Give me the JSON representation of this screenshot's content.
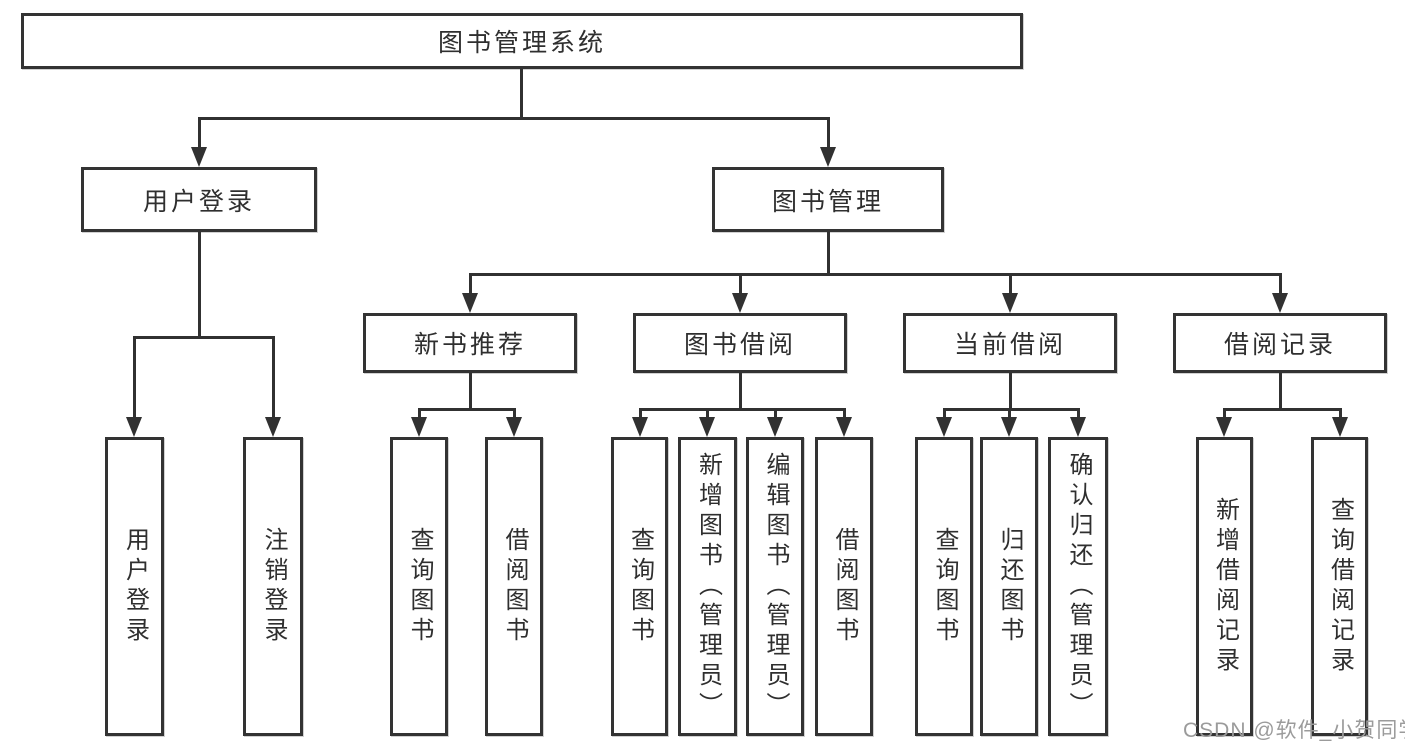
{
  "watermark": "CSDN @软件_小贺同学",
  "colors": {
    "line": "#313131",
    "box_border": "#333333",
    "text": "#2f2f2f",
    "watermark": "#9b9b9b",
    "background": "#ffffff"
  },
  "tree": {
    "root": {
      "label": "图书管理系统"
    },
    "branches": [
      {
        "label": "用户登录",
        "leaves": [
          {
            "label": "用户登录"
          },
          {
            "label": "注销登录"
          }
        ]
      },
      {
        "label": "图书管理",
        "sections": [
          {
            "label": "新书推荐",
            "leaves": [
              {
                "label": "查询图书"
              },
              {
                "label": "借阅图书"
              }
            ]
          },
          {
            "label": "图书借阅",
            "leaves": [
              {
                "label": "查询图书"
              },
              {
                "label": "新增图书（管理员）"
              },
              {
                "label": "编辑图书（管理员）"
              },
              {
                "label": "借阅图书"
              }
            ]
          },
          {
            "label": "当前借阅",
            "leaves": [
              {
                "label": "查询图书"
              },
              {
                "label": "归还图书"
              },
              {
                "label": "确认归还（管理员）"
              }
            ]
          },
          {
            "label": "借阅记录",
            "leaves": [
              {
                "label": "新增借阅记录"
              },
              {
                "label": "查询借阅记录"
              }
            ]
          }
        ]
      }
    ]
  }
}
